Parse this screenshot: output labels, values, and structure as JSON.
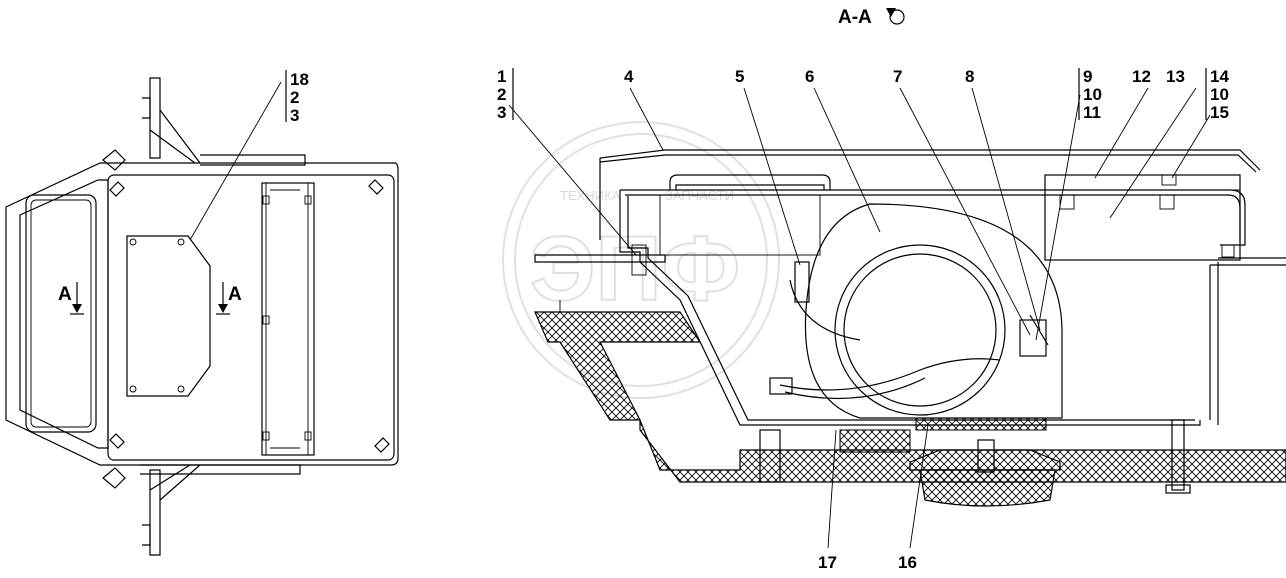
{
  "section_title": "A-A",
  "view_labels": {
    "left": "A",
    "right": "A"
  },
  "callouts": {
    "c18": "18",
    "c2a": "2",
    "c3a": "3",
    "c1": "1",
    "c2b": "2",
    "c3b": "3",
    "c4": "4",
    "c5": "5",
    "c6": "6",
    "c7": "7",
    "c8": "8",
    "c9": "9",
    "c10a": "10",
    "c11": "11",
    "c12": "12",
    "c13": "13",
    "c14": "14",
    "c10b": "10",
    "c15": "15",
    "c16": "16",
    "c17": "17"
  },
  "watermark": {
    "top_left": "ТЕХНИКА",
    "top_right": "ЗАПЧАСТИ",
    "letters": "ЭПФ"
  }
}
